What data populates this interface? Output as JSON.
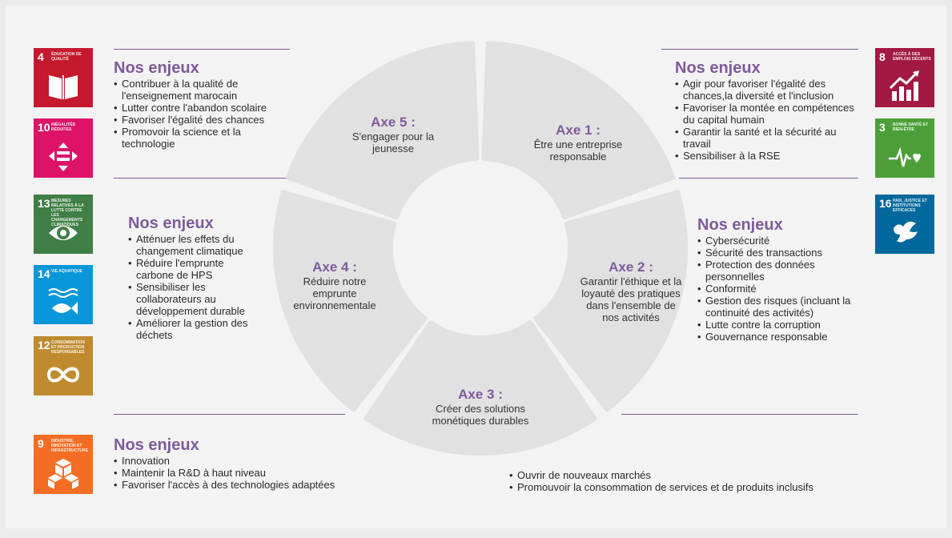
{
  "segments": [
    {
      "axe": "Axe 1 :",
      "desc": "Être une entreprise responsable"
    },
    {
      "axe": "Axe 2 :",
      "desc": "Garantir l'éthique et la loyauté des pratiques dans l'ensemble de nos activités"
    },
    {
      "axe": "Axe 3 :",
      "desc": "Créer des solutions monétiques durables"
    },
    {
      "axe": "Axe 4 :",
      "desc": "Réduire notre emprunte environnementale"
    },
    {
      "axe": "Axe 5 :",
      "desc": "S'engager pour la jeunesse"
    }
  ],
  "enjeux": {
    "top_left": {
      "title": "Nos enjeux",
      "items": [
        "Contribuer à la qualité de l'enseignement marocain",
        "Lutter contre l'abandon scolaire",
        "Favoriser l'égalité des chances",
        "Promovoir la science et la technologie"
      ]
    },
    "top_right": {
      "title": "Nos enjeux",
      "items": [
        "Agir pour favoriser l'égalité des chances,la diversité et l'inclusion",
        "Favoriser la montée en compétences du capital humain",
        "Garantir la santé et la sécurité au travail",
        "Sensibiliser à la RSE"
      ]
    },
    "mid_left": {
      "title": "Nos enjeux",
      "items": [
        "Atténuer les effets du changement climatique",
        "Réduire l'emprunte carbone de HPS",
        "Sensibiliser les collaborateurs au développement durable",
        "Améliorer la gestion des déchets"
      ]
    },
    "mid_right": {
      "title": "Nos enjeux",
      "items": [
        "Cybersécurité",
        "Sécurité des transactions",
        "Protection des données personnelles",
        "Conformité",
        "Gestion des risques (incluant la continuité des activités)",
        "Lutte contre la corruption",
        "Gouvernance responsable"
      ]
    },
    "bottom_left": {
      "title": "Nos enjeux",
      "items": [
        "Innovation",
        "Maintenir la R&D à haut niveau",
        "Favoriser l'accès à des technologies adaptées"
      ]
    },
    "bottom_right": {
      "items": [
        "Ouvrir de nouveaux marchés",
        "Promouvoir la consommation de services et de produits inclusifs"
      ]
    }
  },
  "sdg_icons": [
    {
      "num": "4",
      "caption": "Éducation de qualité",
      "color": "#c5192d",
      "icon": "book-icon"
    },
    {
      "num": "10",
      "caption": "Inégalités réduites",
      "color": "#dd1367",
      "icon": "equality-icon"
    },
    {
      "num": "13",
      "caption": "Mesures relatives à la lutte contre les changements climatiques",
      "color": "#3f7e44",
      "icon": "eye-globe-icon"
    },
    {
      "num": "14",
      "caption": "Vie aquatique",
      "color": "#0a97d9",
      "icon": "fish-icon"
    },
    {
      "num": "12",
      "caption": "Consommation et production responsables",
      "color": "#bf8b2e",
      "icon": "infinity-icon"
    },
    {
      "num": "9",
      "caption": "Industrie, innovation et infrastructure",
      "color": "#f36d25",
      "icon": "cubes-icon"
    },
    {
      "num": "8",
      "caption": "Accès à des emplois décents",
      "color": "#a21942",
      "icon": "growth-chart-icon"
    },
    {
      "num": "3",
      "caption": "Bonne santé et bien-être",
      "color": "#4c9f38",
      "icon": "heartbeat-icon"
    },
    {
      "num": "16",
      "caption": "Paix, justice et institutions efficaces",
      "color": "#00689d",
      "icon": "dove-icon"
    }
  ],
  "colors": {
    "accent": "#7e5a9b",
    "segment": "#e1e1e1",
    "background": "#f3f3f3"
  }
}
